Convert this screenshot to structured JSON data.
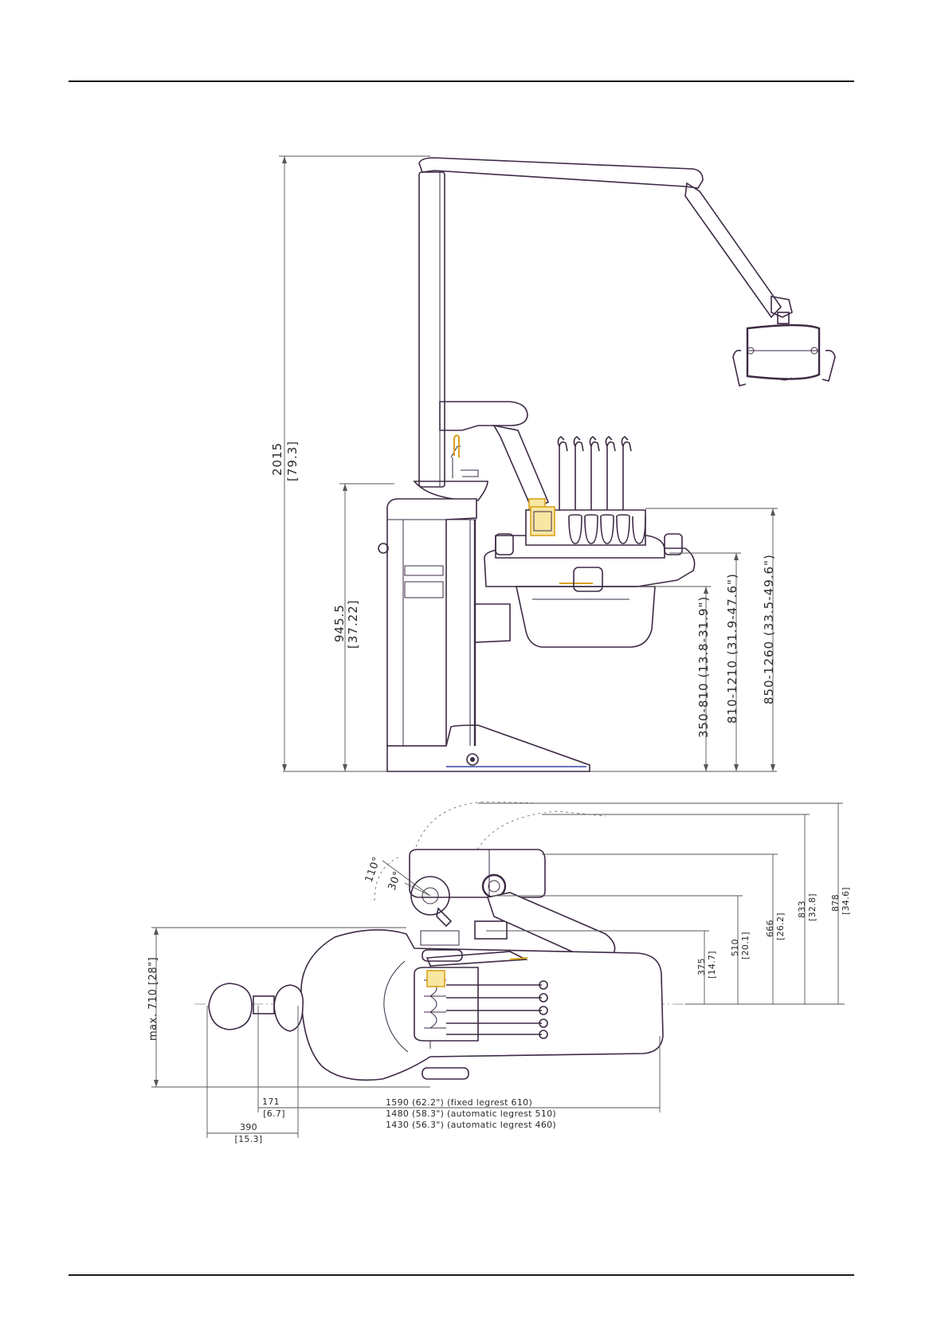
{
  "side_view": {
    "overall_height": "2015",
    "overall_height_in": "[79.3]",
    "unit_height": "945.5",
    "unit_height_in": "[37.22]",
    "tray_range_1": "350-810  (13.8-31.9\")",
    "tray_range_2": "810-1210  (31.9-47.6\")",
    "tray_range_3": "850-1260  (33.5-49.6\")"
  },
  "top_view": {
    "angle_large": "110°",
    "angle_small": "30°",
    "dim_375": "375",
    "dim_375_in": "[14.7]",
    "dim_510": "510",
    "dim_510_in": "[20.1]",
    "dim_666": "666",
    "dim_666_in": "[26.2]",
    "dim_833": "833",
    "dim_833_in": "[32.8]",
    "dim_878": "878",
    "dim_878_in": "[34.6]",
    "max_width": "max.  710 [28\"]",
    "dim_171": "171",
    "dim_171_in": "[6.7]",
    "dim_390": "390",
    "dim_390_in": "[15.3]",
    "length_1": "1590  (62.2\")  (fixed  legrest  610)",
    "length_2": "1480  (58.3\")  (automatic  legrest  510)",
    "length_3": "1430  (56.3\")  (automatic  legrest  460)"
  },
  "colors": {
    "outline": "#3d2a44",
    "accent": "#d9a21b",
    "base_line": "#3344aa"
  }
}
